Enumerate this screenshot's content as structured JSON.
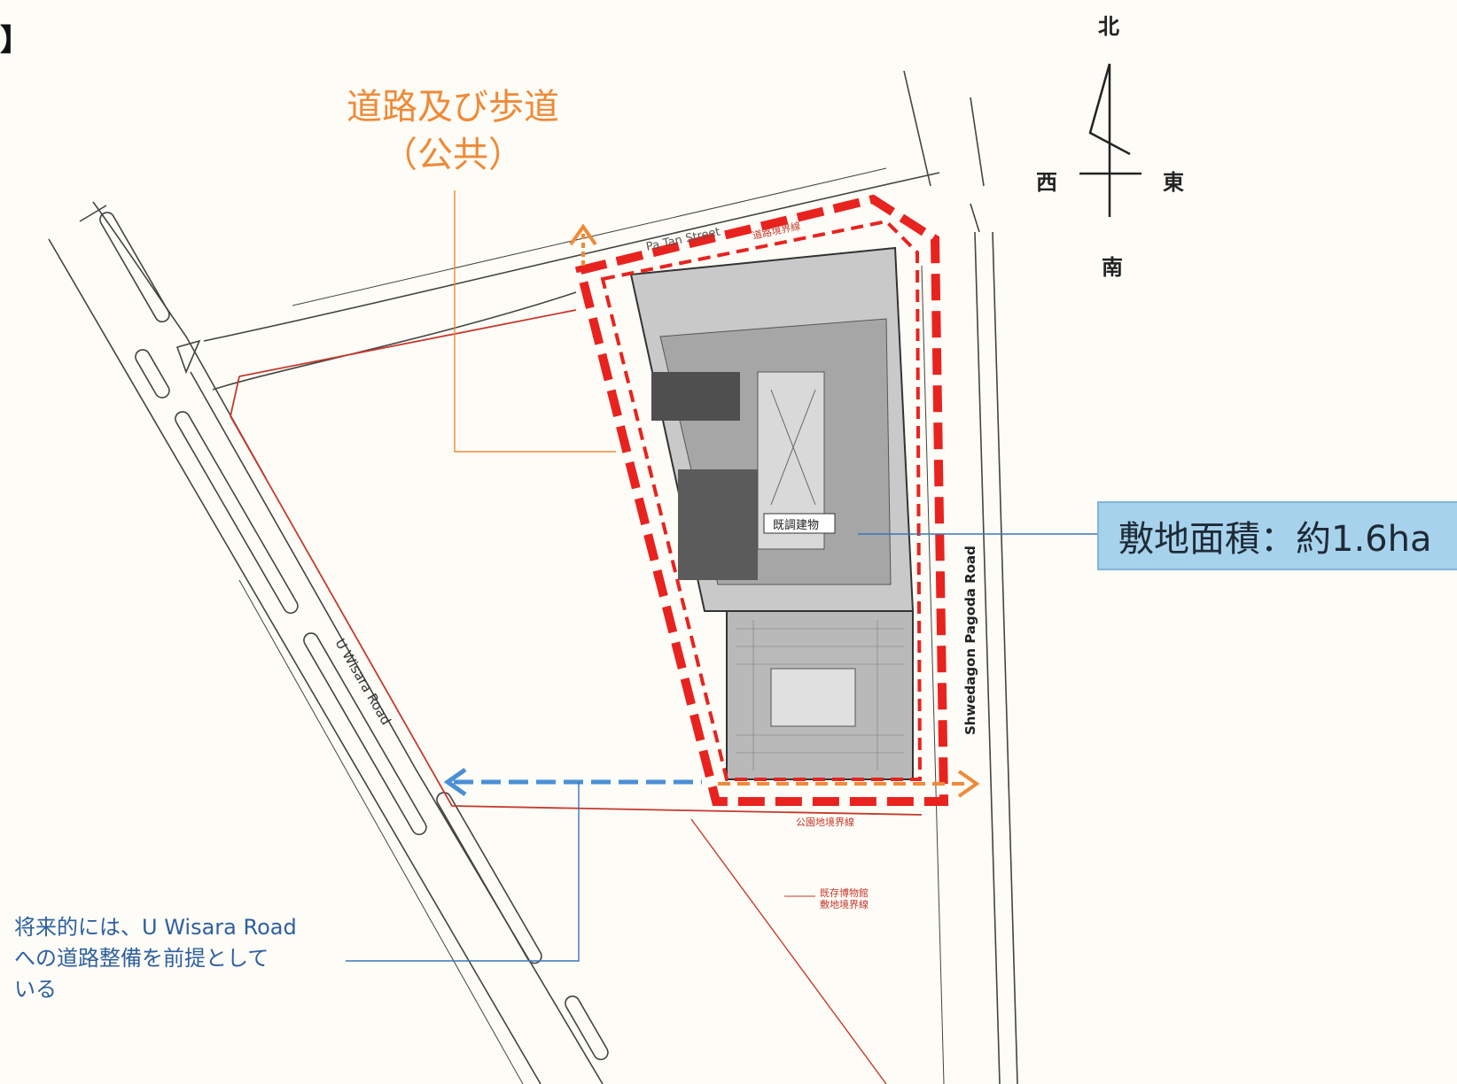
{
  "corner_mark": "】",
  "compass": {
    "north": "北",
    "south": "南",
    "west": "西",
    "east": "東"
  },
  "labels": {
    "road_sidewalk": "道路及び歩道\n（公共）",
    "site_area": "敷地面積：約1.6ha",
    "future_note": "将来的には、U Wisara Road\nへの道路整備を前提として\nいる",
    "road_name_north": "Pa Tan Street",
    "road_name_east": "Shwedagon Pagoda Road",
    "road_name_west": "U Wisara Road",
    "road_boundary": "道路境界線",
    "site_boundary": "公園地境界線",
    "existing_boundary": "既存博物館\n敷地境界線",
    "building_label": "既調建物"
  },
  "colors": {
    "site_boundary": "#e8231f",
    "road_sidewalk": "#ef8a38",
    "future_road": "#4a8fd6",
    "area_box": "#a7d2ec",
    "leader_line_blue": "#3a76b8"
  }
}
